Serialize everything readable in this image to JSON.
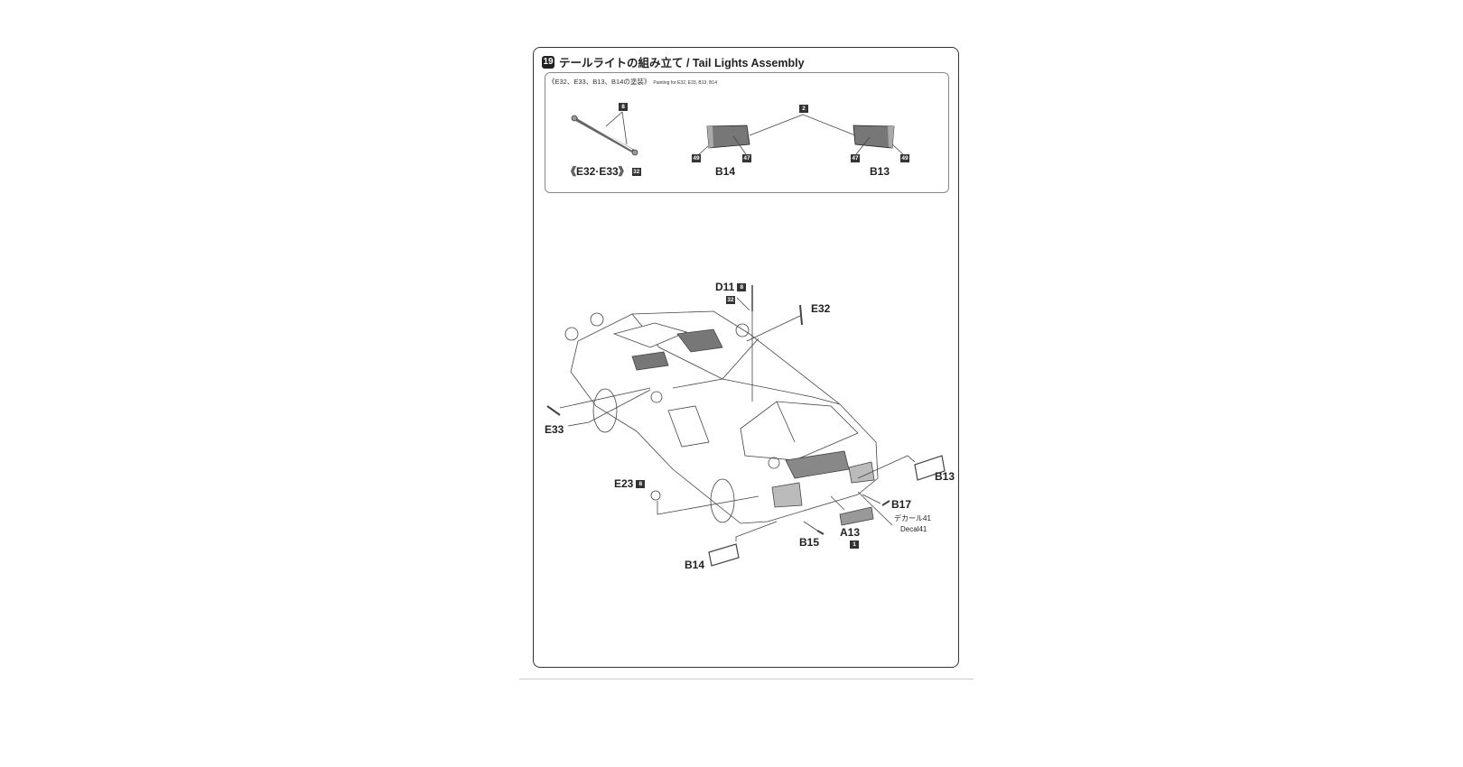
{
  "step": {
    "number": "19",
    "title": "テールライトの組み立て / Tail Lights Assembly"
  },
  "painting": {
    "heading_jp": "《E32、E33、B13、B14の塗装》",
    "heading_en": "Painting for E32, E33, B13, B14",
    "parts": [
      {
        "label": "《E32·E33》",
        "color_code": "32",
        "sub_color": "8"
      },
      {
        "label": "B14",
        "colors": [
          "49",
          "47"
        ]
      },
      {
        "label": "B13",
        "colors": [
          "47",
          "49"
        ]
      }
    ],
    "shared_color": "2"
  },
  "assembly": {
    "labels": {
      "d11": "D11",
      "d11_color": "8",
      "d11_sub": "32",
      "e32": "E32",
      "e33": "E33",
      "e23": "E23",
      "e23_color": "8",
      "b13": "B13",
      "b14": "B14",
      "b15": "B15",
      "b17": "B17",
      "a13": "A13",
      "a13_color": "1",
      "decal_jp": "デカール",
      "decal_en": "Decal",
      "decal_no": "41"
    }
  }
}
